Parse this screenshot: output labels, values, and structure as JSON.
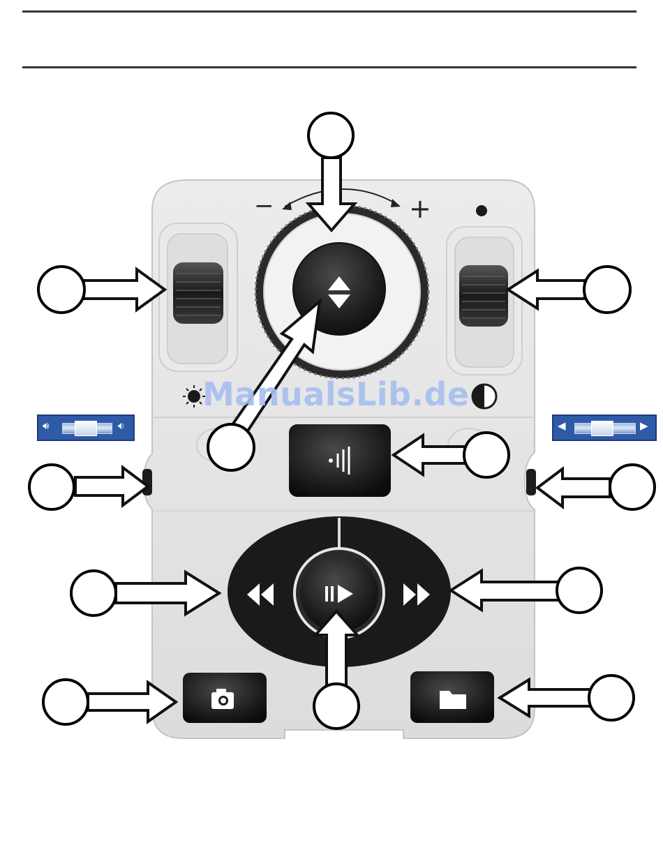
{
  "document": {
    "watermark": "ManualsLib.de"
  },
  "device": {
    "dial_minus": "−",
    "dial_plus": "+",
    "buttons": [
      {
        "name": "brightness-thumbwheel",
        "icon": "sun-icon"
      },
      {
        "name": "magnification-dial",
        "icon": "up-down-triangle-icon"
      },
      {
        "name": "contrast-thumbwheel",
        "icon": "half-circle-icon"
      },
      {
        "name": "speech-button",
        "icon": "sound-waves-icon"
      },
      {
        "name": "rewind-button",
        "icon": "double-chevron-left-icon"
      },
      {
        "name": "play-pause-button",
        "icon": "play-pause-icon"
      },
      {
        "name": "forward-button",
        "icon": "double-chevron-right-icon"
      },
      {
        "name": "camera-button",
        "icon": "camera-icon"
      },
      {
        "name": "folder-button",
        "icon": "folder-icon"
      }
    ]
  },
  "side_controls": {
    "left": {
      "icons": [
        "speaker-loud-icon",
        "speaker-soft-icon"
      ],
      "meaning": "volume slider"
    },
    "right": {
      "icons": [
        "arrow-left-icon",
        "arrow-right-icon"
      ],
      "meaning": "speed slider"
    }
  },
  "callouts": {
    "count": 12,
    "label_text": ""
  },
  "colors": {
    "device_body": "#e4e4e4",
    "button_dark": "#1e1e1e",
    "badge_blue": "#2f5aa8",
    "rule_line": "#3d3035"
  }
}
